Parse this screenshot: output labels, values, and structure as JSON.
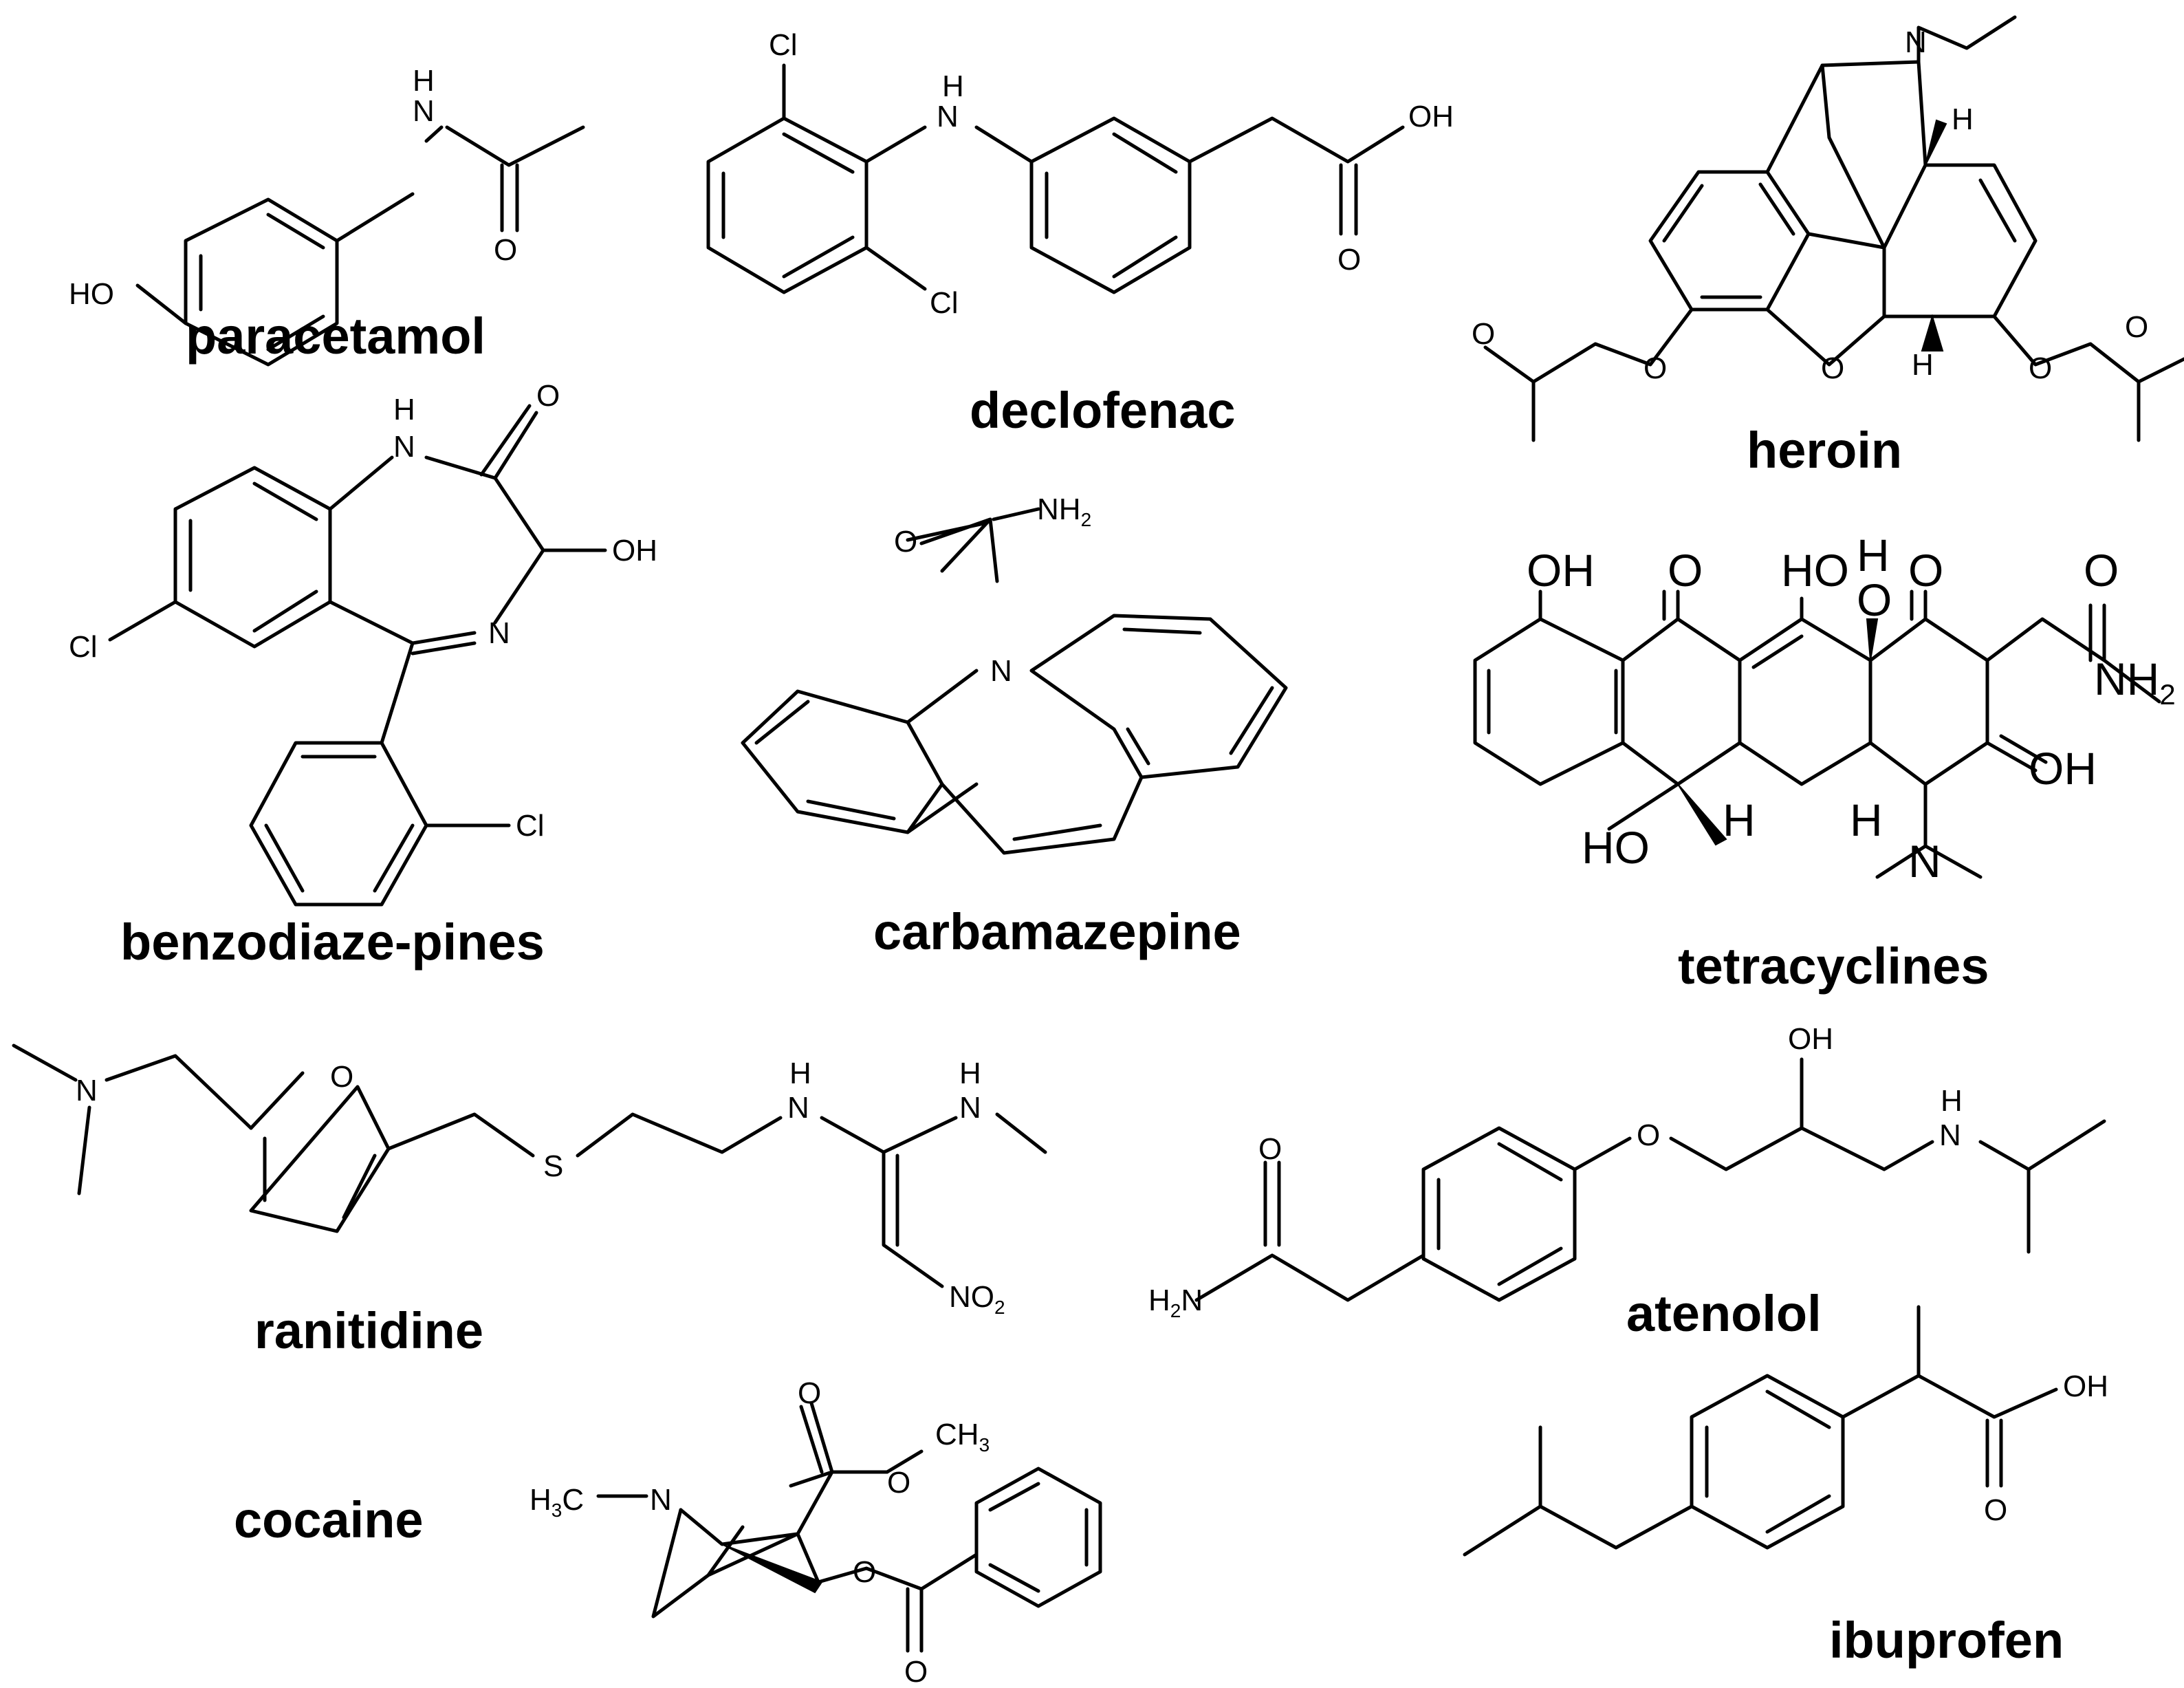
{
  "compounds": [
    {
      "name": "paracetamol",
      "atoms": {
        "nh": "H",
        "n": "N",
        "o": "O",
        "oh": "HO"
      }
    },
    {
      "name": "declofenac",
      "atoms": {
        "cl1": "Cl",
        "nh": "H",
        "n": "N",
        "cl2": "Cl",
        "oh": "OH",
        "o": "O"
      }
    },
    {
      "name": "heroin",
      "atoms": {
        "n": "N",
        "h1": "H",
        "h2": "H",
        "o_ring": "O",
        "o1": "O",
        "o2": "O",
        "o3": "O",
        "o4": "O"
      }
    },
    {
      "name": "benzodiaze-pines",
      "atoms": {
        "nh": "H",
        "n1": "N",
        "o": "O",
        "oh": "OH",
        "n2": "N",
        "cl1": "Cl",
        "cl2": "Cl"
      }
    },
    {
      "name": "carbamazepine",
      "atoms": {
        "nh2": "NH",
        "nh2_sub": "2",
        "o": "O",
        "n": "N"
      }
    },
    {
      "name": "tetracyclines",
      "atoms": {
        "oh1": "OH",
        "o1": "O",
        "oh2": "HO",
        "oh3_h": "H",
        "oh3_o": "O",
        "o2": "O",
        "o3": "O",
        "nh2": "NH",
        "nh2_sub": "2",
        "oh4": "OH",
        "ho": "HO",
        "h1": "H",
        "h2": "H",
        "n": "N"
      }
    },
    {
      "name": "ranitidine",
      "atoms": {
        "n1": "N",
        "o": "O",
        "s": "S",
        "nh1": "H",
        "n2": "N",
        "nh2": "H",
        "n3": "N",
        "no2": "NO",
        "no2_sub": "2"
      }
    },
    {
      "name": "atenolol",
      "atoms": {
        "oh": "OH",
        "o_ether": "O",
        "nh": "H",
        "n": "N",
        "o": "O",
        "h2n": "H",
        "h2n_sub": "2",
        "h2n_n": "N"
      }
    },
    {
      "name": "cocaine",
      "atoms": {
        "h3c": "H",
        "h3c_sub": "3",
        "h3c_c": "C",
        "n": "N",
        "o1": "O",
        "ch3": "CH",
        "ch3_sub": "3",
        "o2": "O",
        "o3": "O",
        "o4": "O"
      }
    },
    {
      "name": "ibuprofen",
      "atoms": {
        "oh": "OH",
        "o": "O"
      }
    }
  ]
}
